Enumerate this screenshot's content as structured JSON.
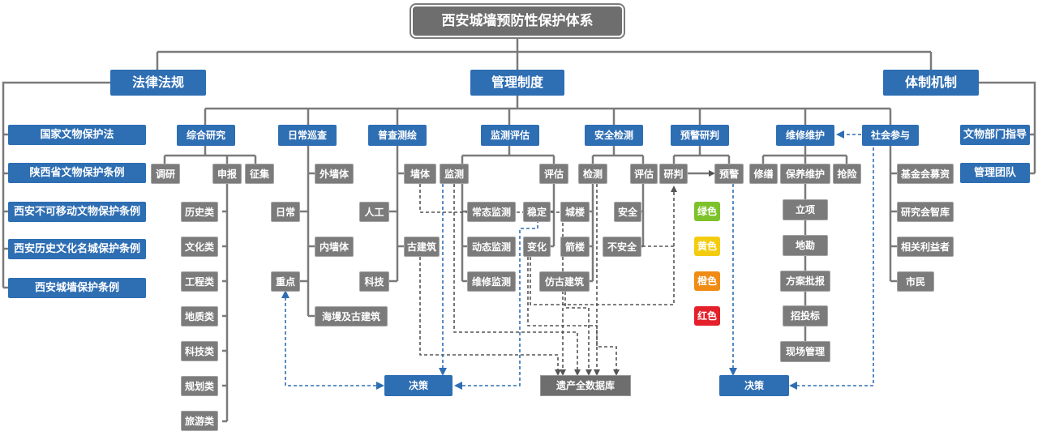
{
  "title": "西安城墙预防性保护体系",
  "branches": {
    "legal": "法律法规",
    "management": "管理制度",
    "mechanism": "体制机制"
  },
  "laws": [
    "国家文物保护法",
    "陕西省文物保护条例",
    "西安不可移动文物保护条例",
    "西安历史文化名城保护条例",
    "西安城墙保护条例"
  ],
  "mechanism_items": [
    "文物部门指导",
    "管理团队"
  ],
  "categories": {
    "research": "综合研究",
    "patrol": "日常巡查",
    "survey": "普查测绘",
    "monitor": "监测评估",
    "safety": "安全检测",
    "warning": "预警研判",
    "maintenance": "维修维护",
    "social": "社会参与"
  },
  "research": {
    "items": [
      "调研",
      "申报",
      "征集"
    ],
    "types": [
      "历史类",
      "文化类",
      "工程类",
      "地质类",
      "科技类",
      "规划类",
      "旅游类"
    ]
  },
  "patrol": {
    "modes": [
      "日常",
      "重点"
    ],
    "targets": [
      "外墙体",
      "内墙体",
      "海墁及古建筑"
    ]
  },
  "survey": {
    "methods": [
      "人工",
      "科技"
    ],
    "targets": [
      "墙体",
      "古建筑"
    ]
  },
  "monitor": {
    "monitor": "监测",
    "evaluate": "评估",
    "monitor_types": [
      "常态监测",
      "动态监测",
      "维修监测"
    ],
    "eval_types": [
      "稳定",
      "变化"
    ]
  },
  "safety": {
    "detect": "检测",
    "evaluate": "评估",
    "detect_targets": [
      "城楼",
      "箭楼",
      "仿古建筑"
    ],
    "eval_results": [
      "安全",
      "不安全"
    ]
  },
  "warning": {
    "judge": "研判",
    "alert": "预警",
    "levels": [
      {
        "label": "绿色",
        "color": "#7dc22a"
      },
      {
        "label": "黄色",
        "color": "#f3cc0e"
      },
      {
        "label": "橙色",
        "color": "#f08b14"
      },
      {
        "label": "红色",
        "color": "#e4202a"
      }
    ]
  },
  "maintenance": {
    "types": [
      "修缮",
      "保养维护",
      "抢险"
    ],
    "steps": [
      "立项",
      "地勘",
      "方案批报",
      "招投标",
      "现场管理"
    ]
  },
  "social": [
    "基金会募资",
    "研究会智库",
    "相关利益者",
    "市民"
  ],
  "outputs": {
    "decision": "决策",
    "database": "遗产全数据库"
  },
  "colors": {
    "blue": "#2e6eb3",
    "gray": "#7b7b7b",
    "dashed_blue": "#2e6eb3",
    "dashed_gray": "#555555"
  }
}
